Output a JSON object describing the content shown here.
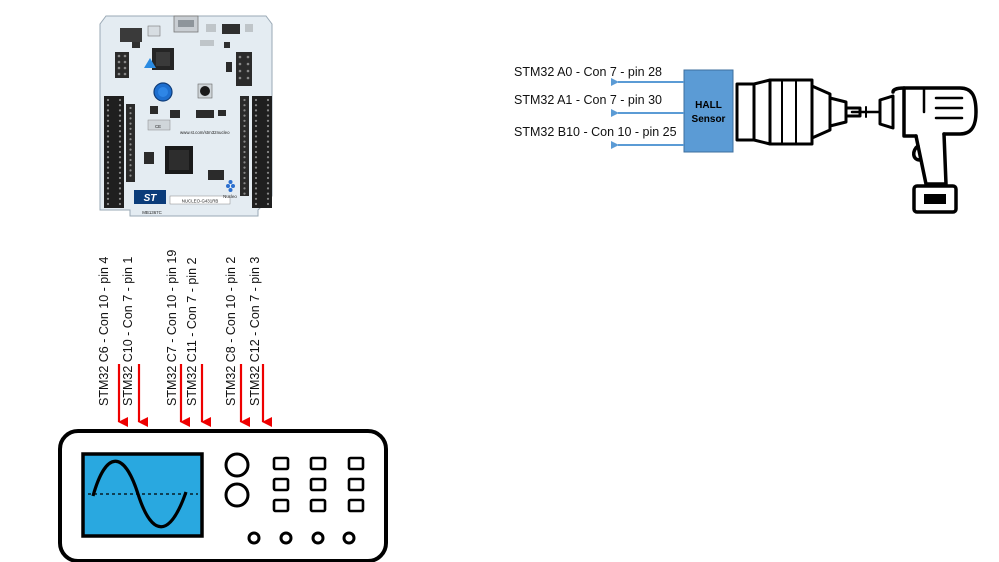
{
  "hall_sensor": {
    "line1": "HALL",
    "line2": "Sensor"
  },
  "hall_signals": [
    "STM32 A0 - Con 7 - pin 28",
    "STM32 A1 - Con 7 - pin 30",
    "STM32 B10 - Con 10 - pin 25"
  ],
  "scope_signals": [
    "STM32 C6 - Con 10 - pin 4",
    "STM32 C10 - Con 7 - pin 1",
    "STM32 C7 - Con 10 - pin 19",
    "STM32 C11 - Con 7 - pin 2",
    "STM32 C8 - Con 10 - pin 2",
    "STM32 C12 - Con 7 - pin 3"
  ],
  "board": {
    "model_label": "NUCLEO-G431RB",
    "board_id": "MB1367C",
    "url": "www.st.com/stm32nucleo",
    "brand_logo": "ST",
    "nucleo_label": "Nucleo"
  },
  "colors": {
    "hall_box": "#5b9bd5",
    "hall_arrow": "#5b9bd5",
    "scope_arrow": "#ee0000",
    "scope_screen": "#29a8e0",
    "board_body": "#e4ecf2",
    "outline": "#000000"
  }
}
